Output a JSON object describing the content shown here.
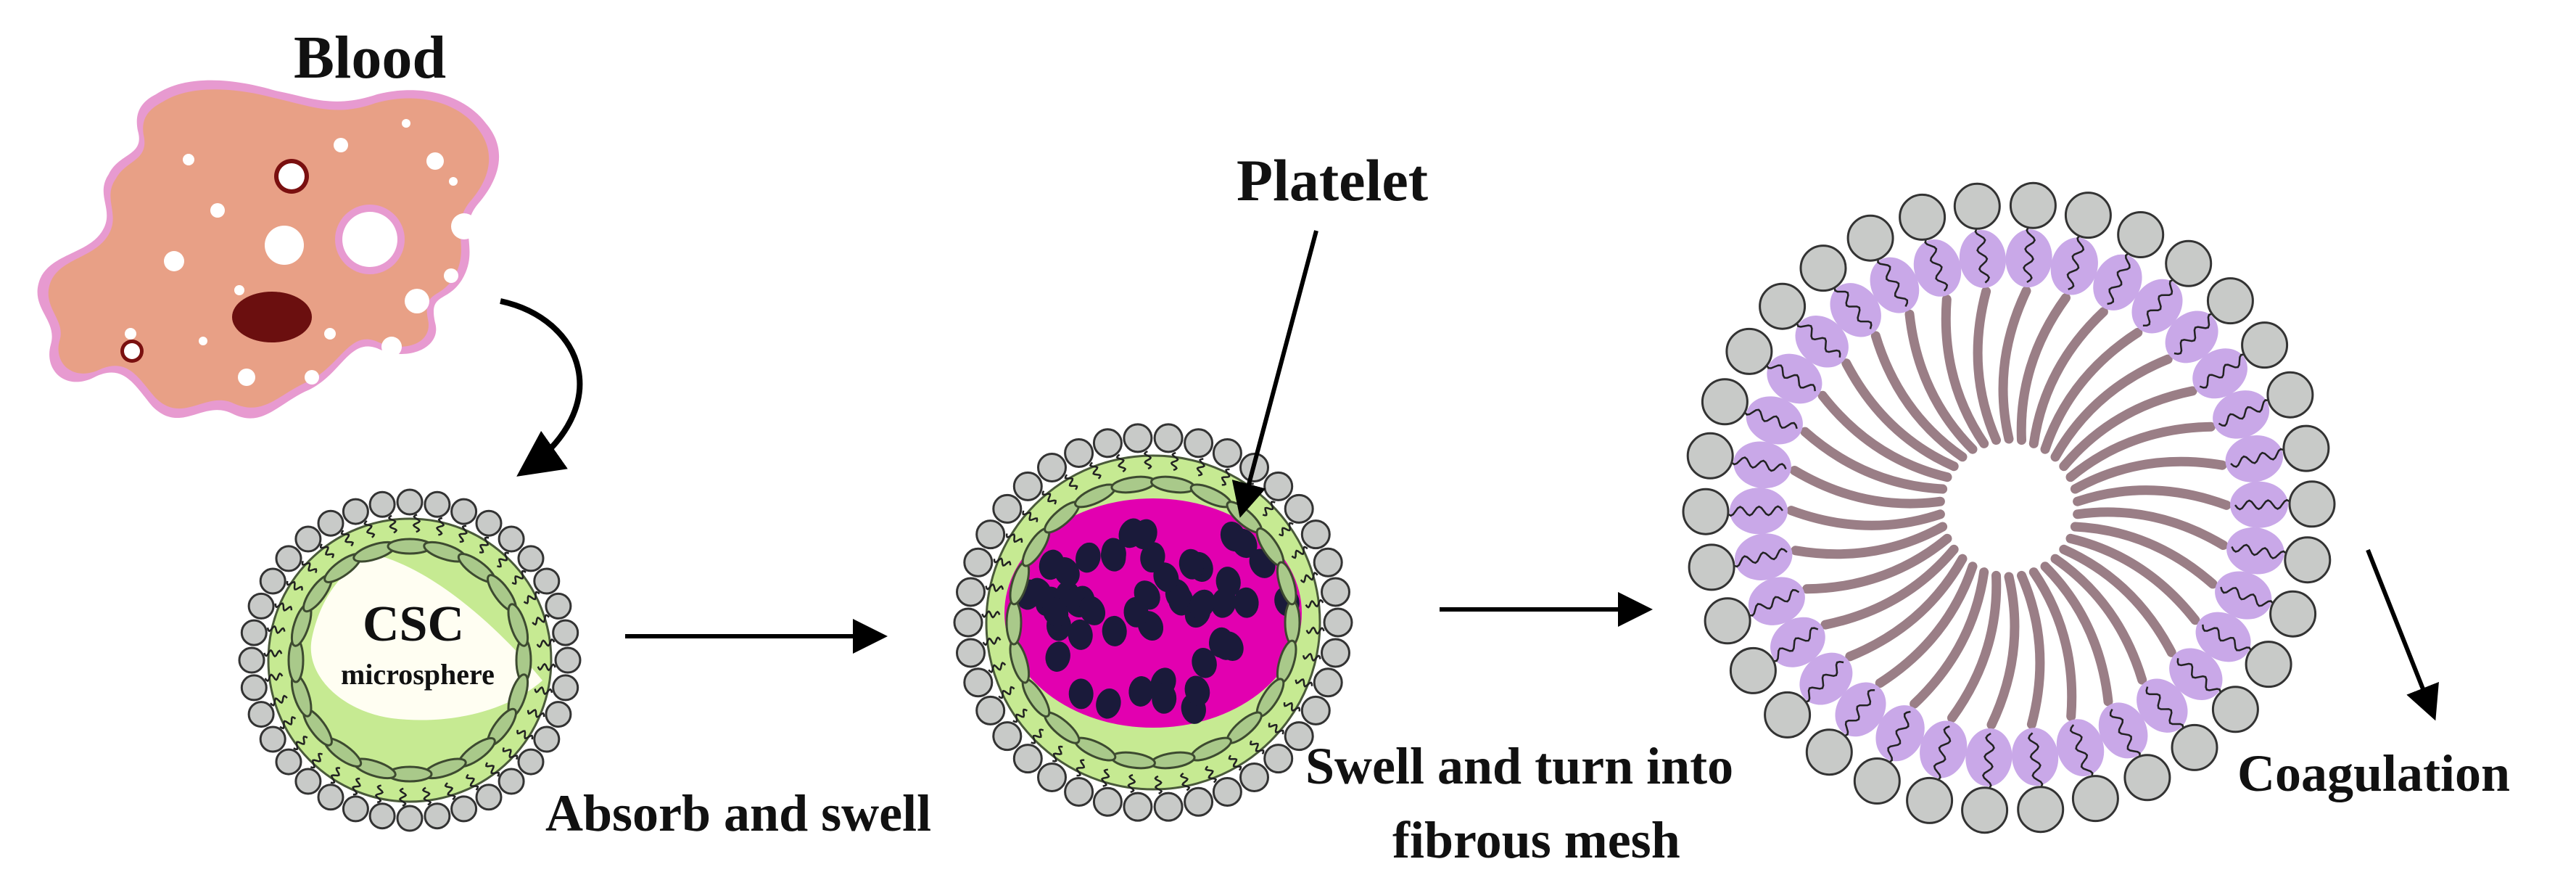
{
  "labels": {
    "blood": "Blood",
    "platelet": "Platelet",
    "csc": "CSC",
    "microsphere": "microsphere",
    "absorb_and_swell": "Absorb and swell",
    "swell_line1": "Swell and turn into",
    "swell_line2": "fibrous mesh",
    "coagulation": "Coagulation"
  },
  "colors": {
    "blood_cell": "#e8a086",
    "blood_cell_outline": "#e79ad0",
    "nucleus": "#6b0f0f",
    "bead_fill": "#c8cac8",
    "bead_stroke": "#333333",
    "green_shell": "#c6ea92",
    "green_segment": "#a9c98a",
    "magenta_core": "#e200b0",
    "platelet": "#1a1a3a",
    "lilac_bead": "#c9a8e8",
    "fiber": "#9a7e86",
    "arrow": "#000000"
  }
}
